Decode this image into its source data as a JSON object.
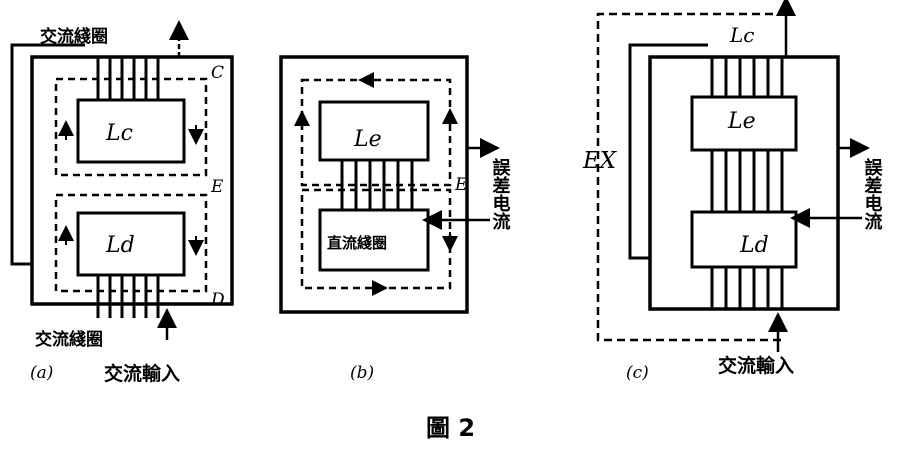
{
  "figure": {
    "caption": "圖 2",
    "panels": [
      {
        "id": "a",
        "label": "(a)",
        "top_coil_label": "交流綫圈",
        "bottom_coil_label": "交流綫圈",
        "input_label": "交流輸入",
        "core_top_label": "Lc",
        "core_bottom_label": "Ld",
        "flux_labels": [
          "C",
          "E",
          "D"
        ]
      },
      {
        "id": "b",
        "label": "(b)",
        "core_label": "Le",
        "dc_coil_label": "直流綫圈",
        "flux_label": "E",
        "error_current_label": "誤差电流"
      },
      {
        "id": "c",
        "label": "(c)",
        "ex_label": "EX",
        "core_top_label": "Lc",
        "core_mid_label": "Le",
        "core_bottom_label": "Ld",
        "error_current_label": "誤差电流",
        "input_label": "交流輸入"
      }
    ]
  }
}
